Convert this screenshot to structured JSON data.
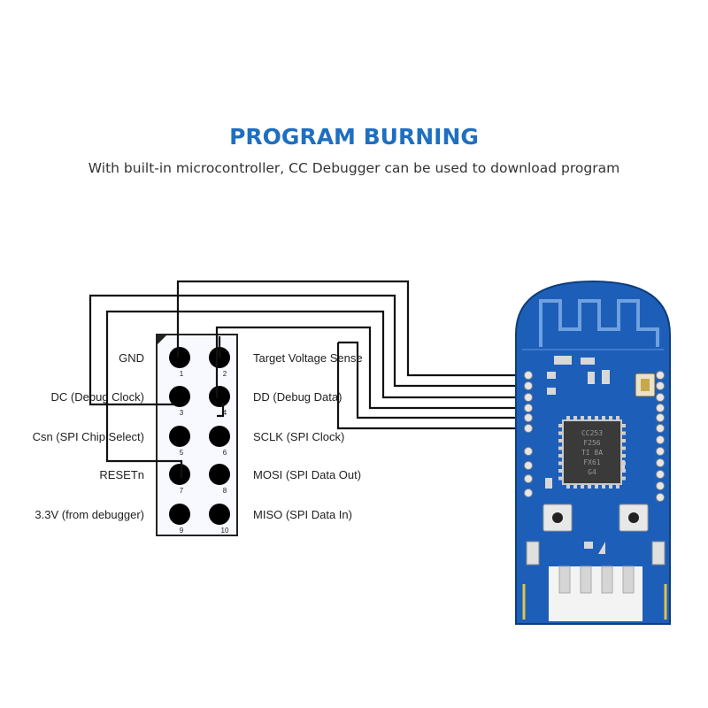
{
  "header": {
    "title": "PROGRAM BURNING",
    "subtitle": "With built-in microcontroller, CC Debugger can be used to download program"
  },
  "colors": {
    "title": "#1f6fc0",
    "board": "#1d5fb8",
    "board_dark": "#164c95",
    "pad": "#e6e6e6",
    "chip": "#3a3a3a"
  },
  "header_pins": {
    "left_labels": [
      "GND",
      "DC (Debug Clock)",
      "Csn (SPI Chip Select)",
      "RESETn",
      "3.3V (from debugger)"
    ],
    "right_labels": [
      "Target Voltage Sense",
      "DD (Debug Data)",
      "SCLK (SPI Clock)",
      "MOSI (SPI Data Out)",
      "MISO (SPI Data In)"
    ],
    "numbers": [
      "1",
      "2",
      "3",
      "4",
      "5",
      "6",
      "7",
      "8",
      "9",
      "10"
    ]
  },
  "chip": {
    "markings": [
      "CC253",
      "F256",
      "TI 8A",
      "FX61",
      "G4"
    ]
  }
}
